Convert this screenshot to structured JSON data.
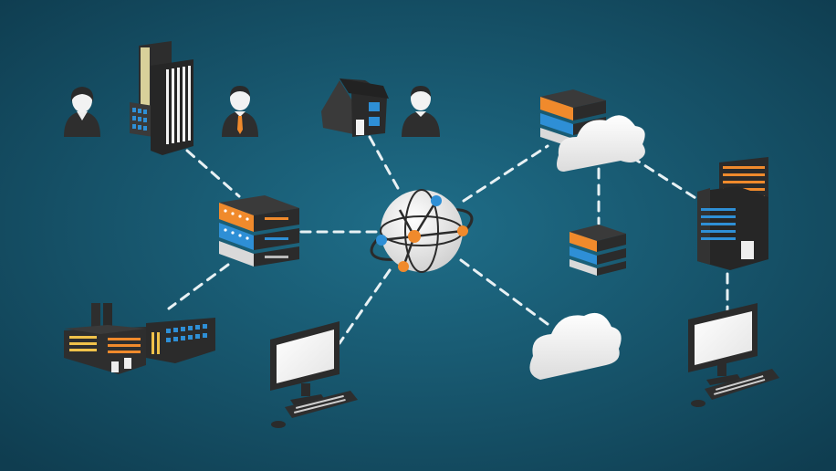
{
  "scene": {
    "background_center": "#1e6b86",
    "background_edge": "#0f3f52",
    "connector_color": "#e8f1f4",
    "accent_orange": "#f08a2c",
    "accent_blue": "#2e8fd6",
    "device_dark": "#2b2b2b",
    "device_mid": "#3a3a3a",
    "cloud_color": "#f2f2f2",
    "globe_color": "#e9e9e9"
  },
  "nodes": [
    {
      "id": "person-woman",
      "icon": "person-female-icon"
    },
    {
      "id": "office-tower",
      "icon": "office-building-icon"
    },
    {
      "id": "person-man-left",
      "icon": "person-male-icon"
    },
    {
      "id": "house",
      "icon": "house-icon"
    },
    {
      "id": "person-man-right",
      "icon": "person-male-icon"
    },
    {
      "id": "server-left",
      "icon": "server-rack-icon"
    },
    {
      "id": "globe",
      "icon": "internet-globe-icon"
    },
    {
      "id": "factory",
      "icon": "factory-icon"
    },
    {
      "id": "workstation-left",
      "icon": "desktop-computer-icon"
    },
    {
      "id": "server-cloud-top",
      "icon": "server-rack-icon"
    },
    {
      "id": "cloud-top",
      "icon": "cloud-icon"
    },
    {
      "id": "server-small",
      "icon": "server-rack-icon"
    },
    {
      "id": "corporate-building",
      "icon": "corporate-building-icon"
    },
    {
      "id": "cloud-bottom",
      "icon": "cloud-icon"
    },
    {
      "id": "workstation-right",
      "icon": "desktop-computer-icon"
    }
  ],
  "links": [
    [
      "office-tower",
      "server-left"
    ],
    [
      "server-left",
      "globe"
    ],
    [
      "server-left",
      "factory"
    ],
    [
      "house",
      "globe"
    ],
    [
      "globe",
      "workstation-left"
    ],
    [
      "globe",
      "server-cloud-top"
    ],
    [
      "globe",
      "cloud-bottom"
    ],
    [
      "cloud-top",
      "server-small"
    ],
    [
      "cloud-top",
      "corporate-building"
    ],
    [
      "corporate-building",
      "workstation-right"
    ]
  ]
}
